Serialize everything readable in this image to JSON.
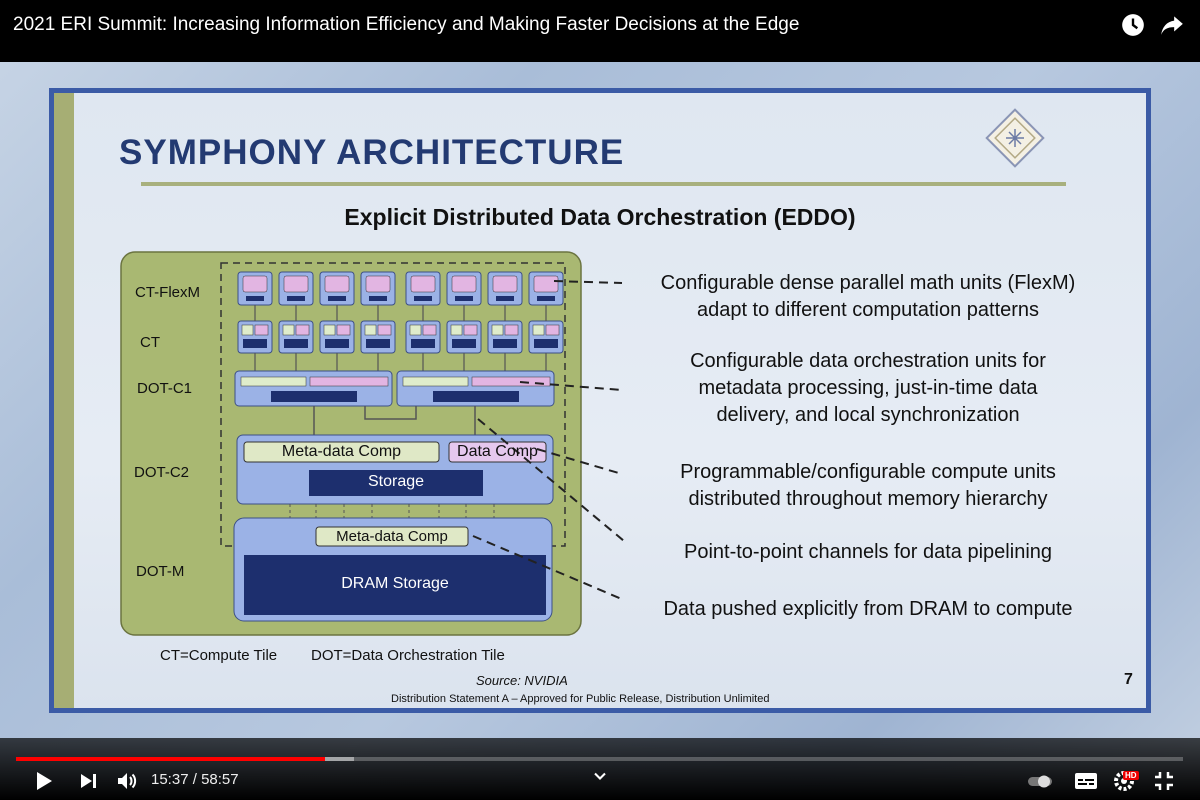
{
  "video": {
    "title": "2021 ERI Summit: Increasing Information Efficiency and Making Faster Decisions at the Edge",
    "time_current": "15:37",
    "time_separator": " / ",
    "time_total": "58:57",
    "progress_fraction": 0.265,
    "buffered_fraction": 0.29,
    "hd_badge": "HD"
  },
  "slide": {
    "title": "SYMPHONY ARCHITECTURE",
    "subtitle": "Explicit Distributed Data Orchestration (EDDO)",
    "row_labels": [
      "CT-FlexM",
      "CT",
      "DOT-C1",
      "DOT-C2",
      "DOT-M"
    ],
    "boxes": {
      "metadata_comp": "Meta-data Comp",
      "data_comp": "Data Comp",
      "storage": "Storage",
      "metadata_comp_m": "Meta-data Comp",
      "dram_storage": "DRAM Storage"
    },
    "annotations": [
      [
        "Configurable dense parallel math units (FlexM)",
        "adapt to different computation patterns"
      ],
      [
        "Configurable data orchestration units for",
        "metadata processing, just-in-time data",
        "delivery, and local synchronization"
      ],
      [
        "Programmable/configurable compute units",
        "distributed throughout memory hierarchy"
      ],
      [
        "Point-to-point channels for data pipelining"
      ],
      [
        "Data pushed explicitly from DRAM to compute"
      ]
    ],
    "legend_ct": "CT=Compute Tile",
    "legend_dot": "DOT=Data Orchestration Tile",
    "source": "Source: NVIDIA",
    "distribution": "Distribution Statement A – Approved for Public Release, Distribution Unlimited",
    "page_number": "7"
  },
  "colors": {
    "slide_border": "#3b5ba6",
    "title": "#233a72",
    "accent_olive": "#a8b07e",
    "diagram_bg": "#a9b872",
    "dot_blue": "#9bb2e6",
    "dark_navy": "#1d2f6e",
    "progress_red": "#ff0000"
  },
  "icons": [
    "watch-later-icon",
    "share-icon",
    "play-icon",
    "next-icon",
    "volume-icon",
    "chevron-down-icon",
    "autoplay-toggle-icon",
    "subtitles-icon",
    "settings-icon",
    "exit-fullscreen-icon"
  ]
}
